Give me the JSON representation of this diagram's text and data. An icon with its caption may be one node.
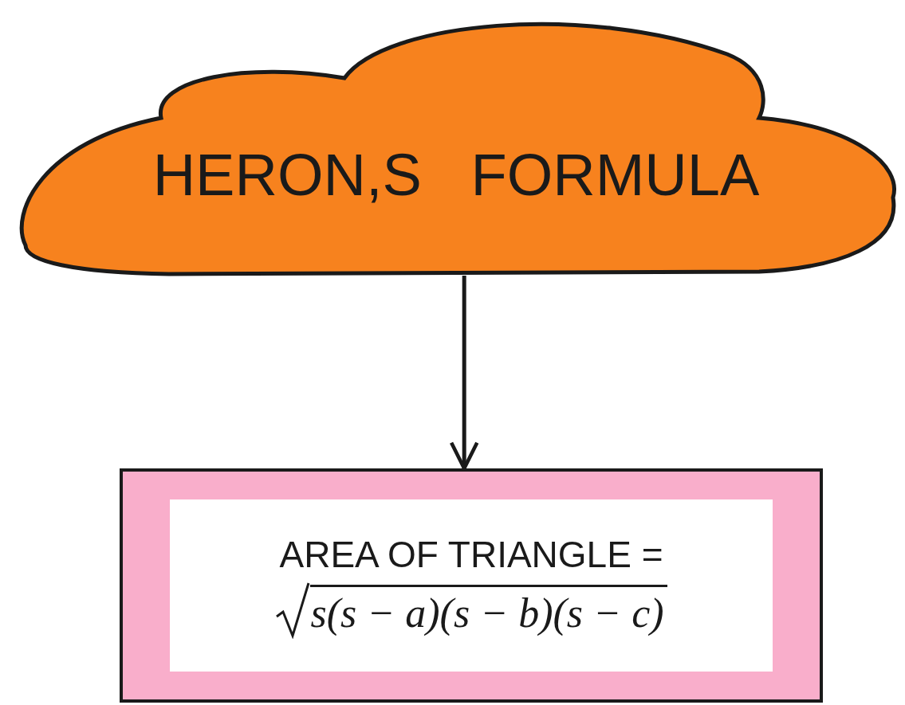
{
  "diagram": {
    "nodes": [
      {
        "text": [
          "HERON,S   FORMULA"
        ]
      },
      {
        "text": [
          "AREA OF TRIANGLE =",
          "s(s − a)(s − b)(s − c)"
        ]
      }
    ],
    "edges": [
      {
        "from": 0,
        "to": 1,
        "arrow": "to"
      }
    ]
  }
}
